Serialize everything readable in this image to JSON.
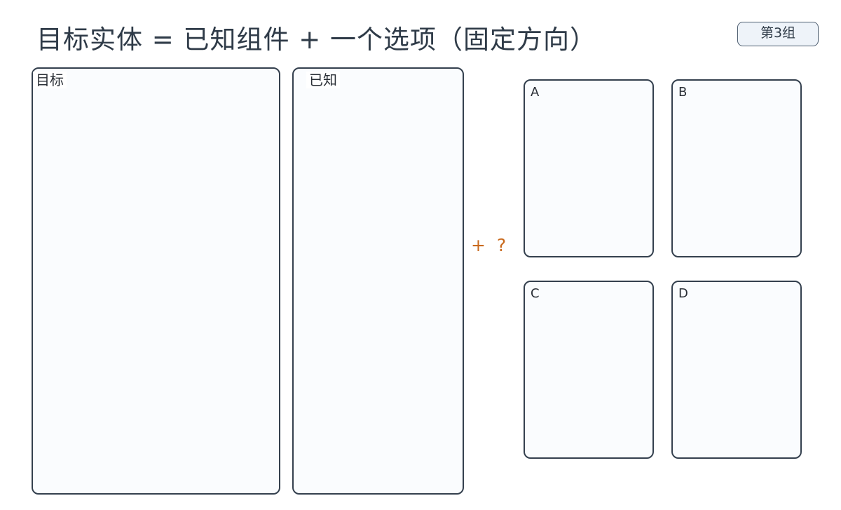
{
  "title": "目标实体 = 已知组件 + 一个选项（固定方向）",
  "group_badge": "第3组",
  "panels": {
    "target_label": "目标",
    "known_label": "已知"
  },
  "operator": "+ ?",
  "options": [
    {
      "letter": "A"
    },
    {
      "letter": "B"
    },
    {
      "letter": "C"
    },
    {
      "letter": "D"
    }
  ],
  "colors": {
    "cube_top": "#e6eff8",
    "cube_left": "#b5cbe0",
    "cube_right": "#8aabc7",
    "outline": "#33414f",
    "operator": "#c96a1e"
  }
}
